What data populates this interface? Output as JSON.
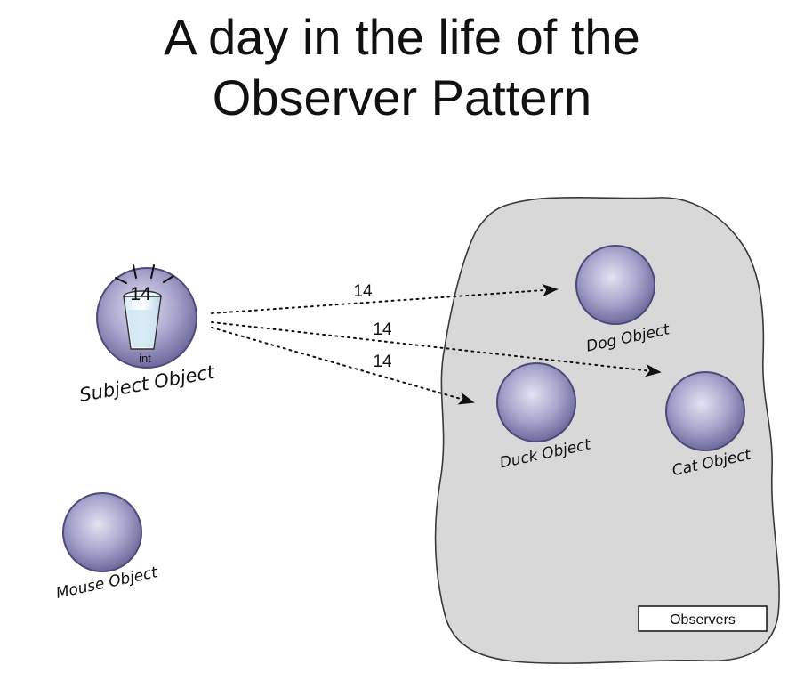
{
  "title": {
    "line1": "A day in the life of the",
    "line2": "Observer Pattern"
  },
  "subject": {
    "label": "Subject Object",
    "value": "14",
    "type_label": "int"
  },
  "messages": [
    "14",
    "14",
    "14"
  ],
  "observers_box_label": "Observers",
  "objects": {
    "dog": "Dog Object",
    "duck": "Duck Object",
    "cat": "Cat Object",
    "mouse": "Mouse Object"
  },
  "colors": {
    "object_fill": "#a9a6cc",
    "object_edge": "#5d5a8a",
    "observers_region": "#d8d8d8"
  }
}
